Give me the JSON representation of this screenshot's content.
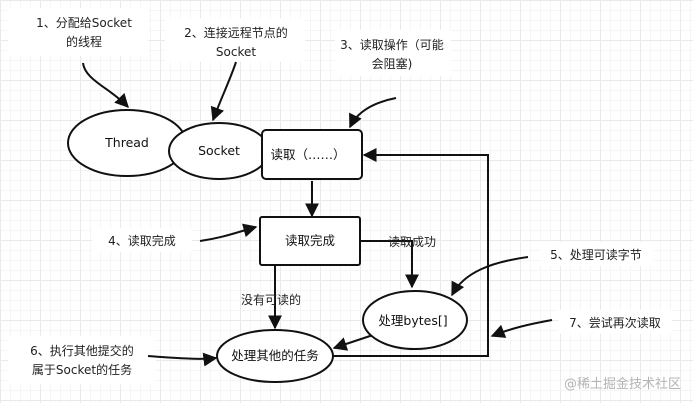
{
  "nodes": {
    "thread": "Thread",
    "socket": "Socket",
    "read": "读取（……）",
    "read_done": "读取完成",
    "process_bytes": "处理bytes[]",
    "other_tasks": "处理其他的任务"
  },
  "annotations": {
    "a1_line1": "1、分配给Socket",
    "a1_line2": "的线程",
    "a2_line1": "2、连接远程节点的",
    "a2_line2": "Socket",
    "a3_line1": "3、读取操作（可能",
    "a3_line2": "会阻塞)",
    "a4": "4、读取完成",
    "a5": "5、处理可读字节",
    "a6_line1": "6、执行其他提交的",
    "a6_line2": "属于Socket的任务",
    "a7": "7、尝试再次读取"
  },
  "edge_labels": {
    "read_success": "读取成功",
    "nothing_readable": "没有可读的"
  },
  "watermark": "@稀土掘金技术社区"
}
